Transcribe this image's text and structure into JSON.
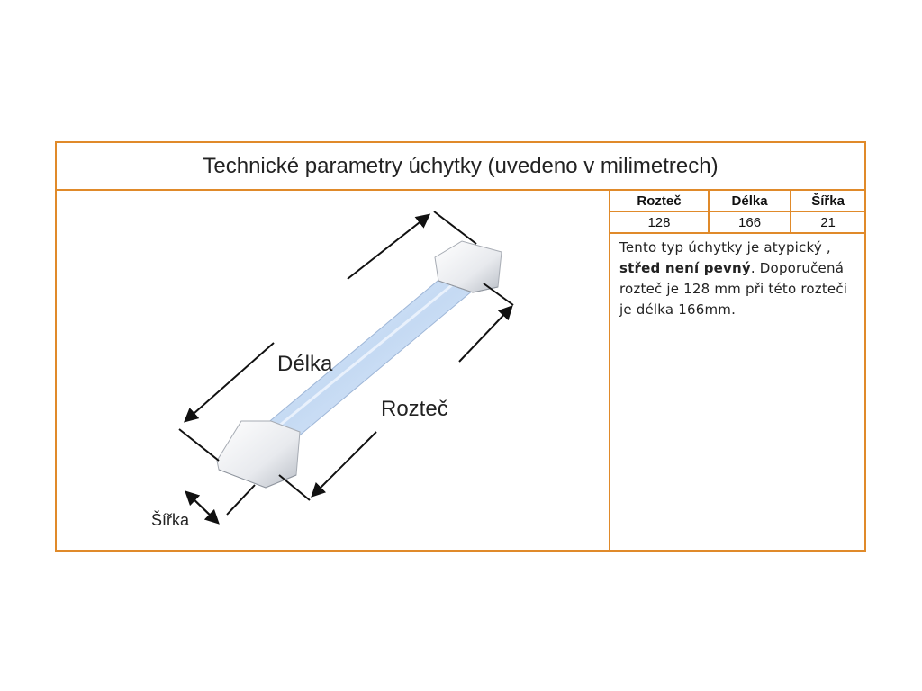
{
  "title": "Technické parametry úchytky (uvedeno v milimetrech)",
  "table": {
    "headers": [
      "Rozteč",
      "Délka",
      "Šířka"
    ],
    "values": [
      "128",
      "166",
      "21"
    ]
  },
  "note": {
    "text1": "Tento typ úchytky je atypický ,",
    "bold": "střed není pevný",
    "text2": ". Doporučená rozteč je 128 mm při této rozteči je délka 166mm."
  },
  "diagram": {
    "label_length": "Délka",
    "label_spacing": "Rozteč",
    "label_width": "Šířka"
  },
  "colors": {
    "border": "#e08a2a",
    "handle": "#cfe0f5"
  }
}
